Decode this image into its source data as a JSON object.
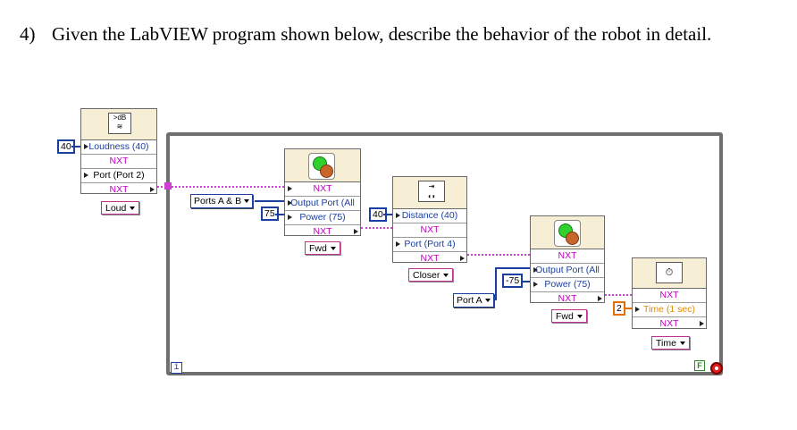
{
  "question": {
    "number": "4)",
    "text": "Given the LabVIEW program shown below, describe the behavior of the robot in detail."
  },
  "loop": {
    "iteration_terminal": "i",
    "condition_terminal": "F"
  },
  "sound_block": {
    "icon_label": ">dB",
    "rows": [
      "Loudness (40)",
      "NXT",
      "Port (Port 2)",
      "NXT"
    ],
    "mode": "Loud",
    "input_const": "40"
  },
  "motor_block_1": {
    "rows": [
      "NXT",
      "Output Port (All",
      "Power (75)",
      "NXT"
    ],
    "mode": "Fwd",
    "port_ring": "Ports A & B",
    "power_const": "75"
  },
  "ultrasonic_block": {
    "rows": [
      "Distance (40)",
      "NXT",
      "Port (Port 4)",
      "NXT"
    ],
    "mode": "Closer",
    "distance_const": "40"
  },
  "motor_block_2": {
    "rows": [
      "NXT",
      "Output Port (All",
      "Power (75)",
      "NXT"
    ],
    "mode": "Fwd",
    "port_ring": "Port A",
    "power_const": "-75"
  },
  "wait_block": {
    "rows": [
      "NXT",
      "Time (1 sec)",
      "NXT"
    ],
    "mode": "Time",
    "time_const": "2"
  },
  "colors": {
    "nxt_wire": "#d040d0",
    "numeric": "#1a3fa0",
    "float": "#e07000",
    "loop_border": "#6f6f6f"
  }
}
